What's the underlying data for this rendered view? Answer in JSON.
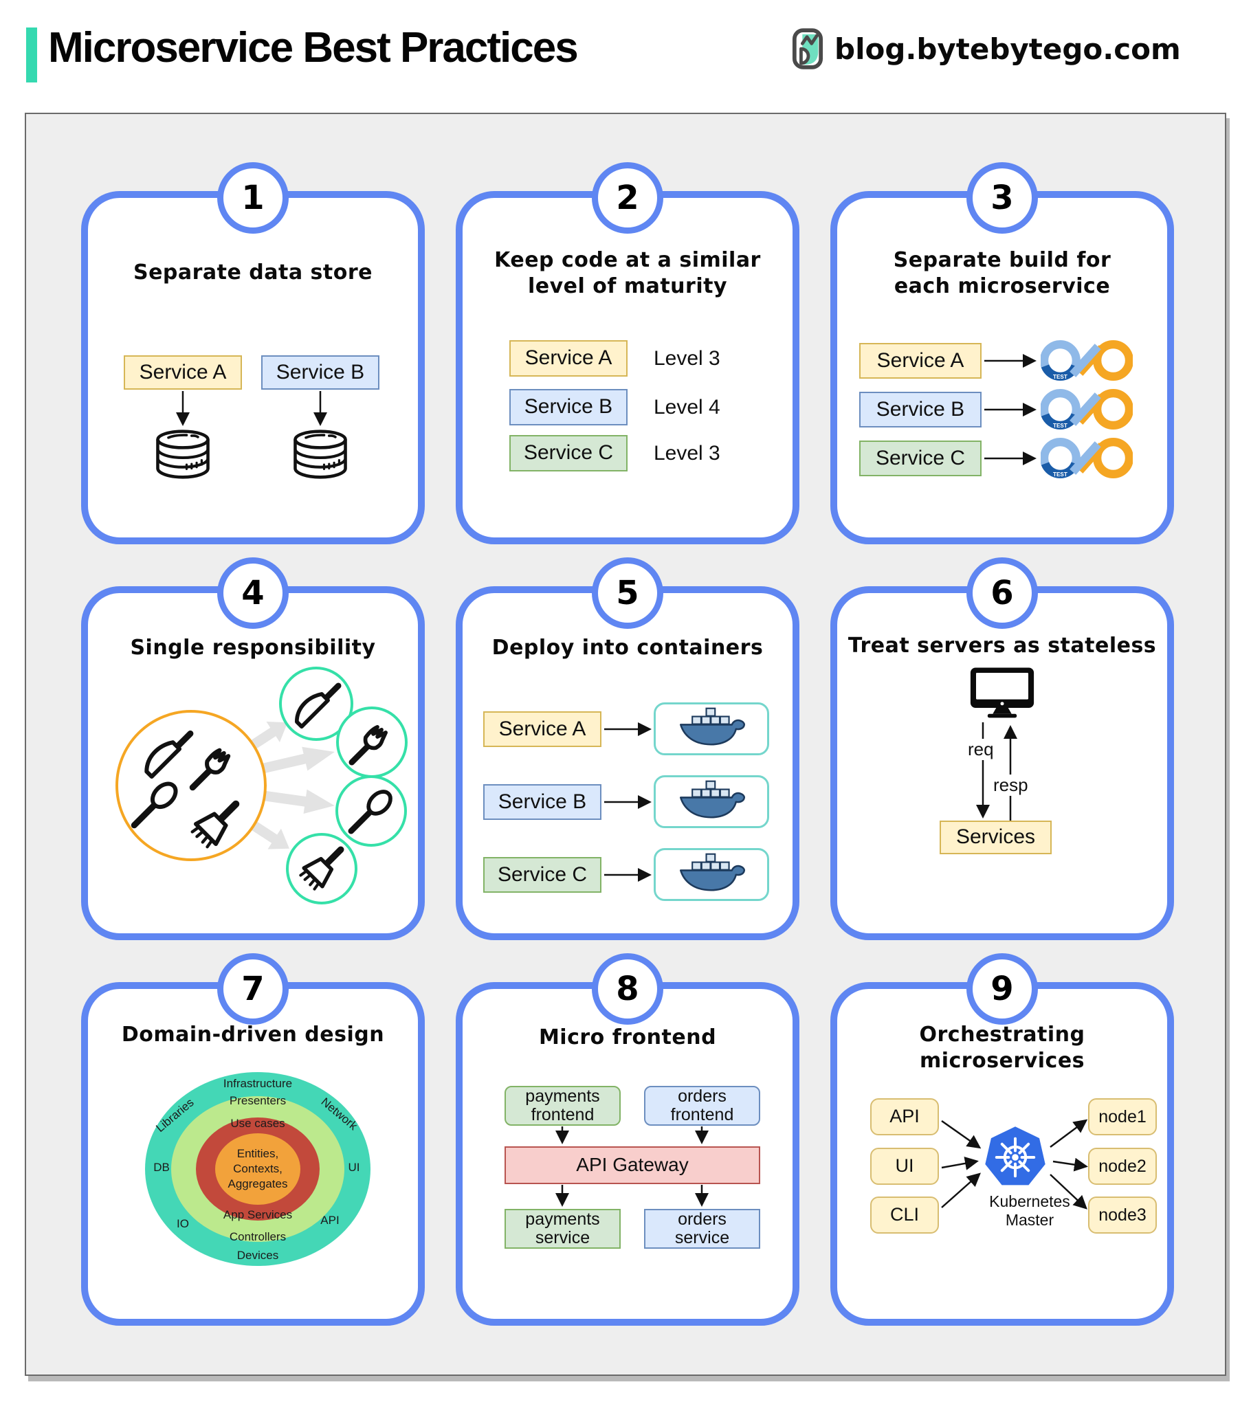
{
  "header": {
    "title": "Microservice Best Practices",
    "brand": "blog.bytebytego.com"
  },
  "palette": {
    "card_border": "#5f86f2",
    "board_bg": "#eeeeee",
    "accent_teal": "#35d9b0",
    "yellow_fill": "#fff2cc",
    "yellow_border": "#d6b656",
    "blue_fill": "#dae8fc",
    "blue_border": "#6c8ebf",
    "green_fill": "#d5e8d4",
    "green_border": "#82b366",
    "pink_fill": "#f8cecc",
    "pink_border": "#b85450",
    "mint_circle": "#35e0a8",
    "orange_circle": "#f5a623",
    "docker_blue": "#4878a8",
    "docker_box_border": "#74d6cc",
    "k8s_blue": "#326ce5",
    "ddd_outer": "#44d7b6",
    "ddd_ring2": "#bce98d",
    "ddd_ring3": "#c2493b",
    "ddd_center": "#f2a23b"
  },
  "cards": [
    {
      "number": "1",
      "title": "Separate data store",
      "service_a": "Service A",
      "service_b": "Service B"
    },
    {
      "number": "2",
      "title_lines": [
        "Keep code at a similar",
        "level of maturity"
      ],
      "rows": [
        {
          "service": "Service A",
          "level": "Level 3"
        },
        {
          "service": "Service B",
          "level": "Level 4"
        },
        {
          "service": "Service C",
          "level": "Level 3"
        }
      ]
    },
    {
      "number": "3",
      "title_lines": [
        "Separate build for",
        "each microservice"
      ],
      "services": [
        "Service A",
        "Service B",
        "Service C"
      ],
      "loop_test_label": "TEST"
    },
    {
      "number": "4",
      "title": "Single responsibility"
    },
    {
      "number": "5",
      "title": "Deploy into containers",
      "services": [
        "Service A",
        "Service B",
        "Service C"
      ]
    },
    {
      "number": "6",
      "title": "Treat servers as stateless",
      "req": "req",
      "resp": "resp",
      "services_box": "Services"
    },
    {
      "number": "7",
      "title": "Domain-driven design",
      "rings": {
        "outer_top": "Infrastructure",
        "ring2_top": "Presenters",
        "ring3_top": "Use cases",
        "center": [
          "Entities,",
          "Contexts,",
          "Aggregates"
        ],
        "ring3_bottom": "App Services",
        "ring2_bottom": "Controllers",
        "outer_bottom": "Devices",
        "left": "DB",
        "right": "UI",
        "bottom_left": "IO",
        "bottom_right": "API",
        "rot_left": "Libraries",
        "rot_right": "Network"
      }
    },
    {
      "number": "8",
      "title": "Micro frontend",
      "frontends": [
        [
          "payments",
          "frontend"
        ],
        [
          "orders",
          "frontend"
        ]
      ],
      "gateway": "API Gateway",
      "services": [
        [
          "payments",
          "service"
        ],
        [
          "orders",
          "service"
        ]
      ]
    },
    {
      "number": "9",
      "title_lines": [
        "Orchestrating",
        "microservices"
      ],
      "inputs": [
        "API",
        "UI",
        "CLI"
      ],
      "nodes": [
        "node1",
        "node2",
        "node3"
      ],
      "hub_lines": [
        "Kubernetes",
        "Master"
      ]
    }
  ]
}
